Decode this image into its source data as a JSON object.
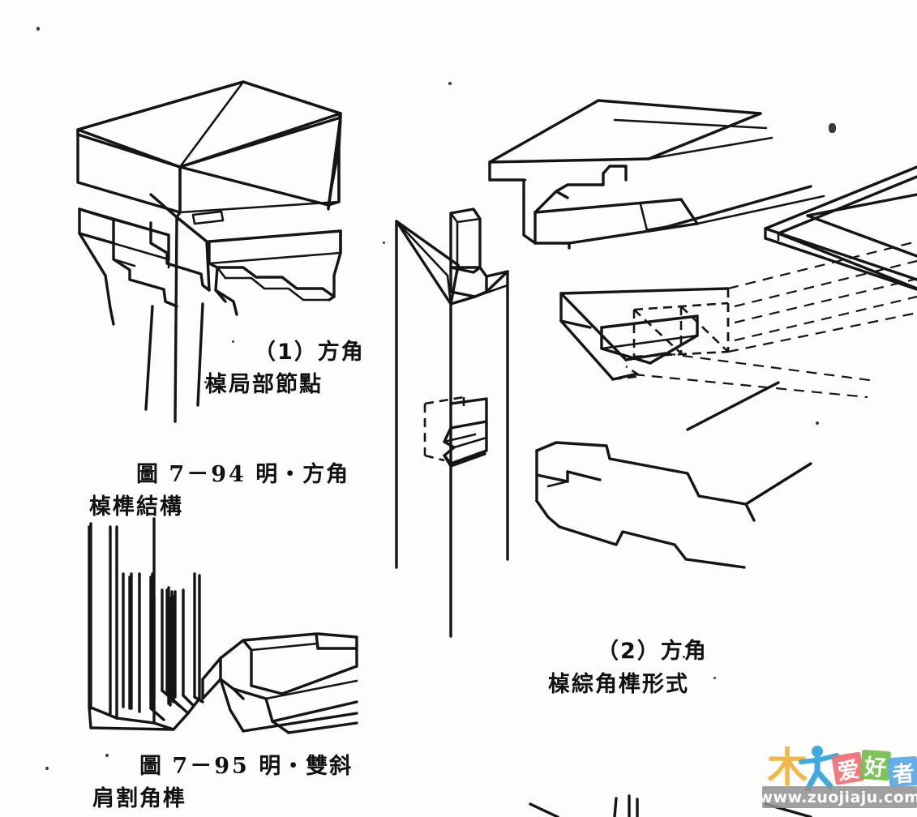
{
  "page": {
    "kind": "scanned-book-page",
    "subject": "Chinese traditional furniture mortise-and-tenon joinery illustrations",
    "background_color": "#fdfdfb",
    "ink_color": "#151515"
  },
  "captions": {
    "fig1_part_label_line1": "（1）方角",
    "fig1_part_label_line2": "槕局部節點",
    "fig794_line1_prefix": "圖",
    "fig794_number": "7－94",
    "fig794_line1_suffix": "明・方角",
    "fig794_line2": "槕榫結構",
    "fig2_part_label_line1": "（2）方角",
    "fig2_part_label_line2": "槕綜角榫形式",
    "fig795_line1_prefix": "圖",
    "fig795_number": "7－95",
    "fig795_line1_suffix": "明・雙斜",
    "fig795_line2": "肩割角榫"
  },
  "figures": [
    {
      "id": "fig-794-corner-assembly",
      "name": "square-corner-table-joint-assembly",
      "caption": "（1）方角 槕局部節點"
    },
    {
      "id": "fig-794-leg-tenon",
      "name": "leg-with-tenon-and-mortise-detail",
      "caption": ""
    },
    {
      "id": "fig-2-apron-tenon",
      "name": "mitred-apron-tenon-exploded-view",
      "caption": "（2）方角 槕綜角榫形式"
    },
    {
      "id": "fig-2-frame-corner",
      "name": "frame-corner-panel",
      "caption": ""
    },
    {
      "id": "fig-2-hidden-mortise",
      "name": "hidden-mortise-dashed-view",
      "caption": ""
    },
    {
      "id": "fig-2-shouldered-rail",
      "name": "shouldered-rail-profile",
      "caption": ""
    },
    {
      "id": "fig-795-double-bevel",
      "name": "double-bevel-shoulder-mitre-tenon",
      "caption": "圖 7－95 明・雙斜 肩割角榫"
    }
  ],
  "watermark": {
    "logo_char_1": "木",
    "logo_tile_1": "爱",
    "logo_tile_2": "好",
    "logo_tile_3": "者",
    "url": "www.zuojiaju.com",
    "colors": {
      "mu": "#f2b23b",
      "person": "#3fa9e0",
      "tile_red": "#ef6f78",
      "tile_green": "#76c04e",
      "tile_blue": "#5aa9e6",
      "bar": "#8f8f8f"
    }
  }
}
